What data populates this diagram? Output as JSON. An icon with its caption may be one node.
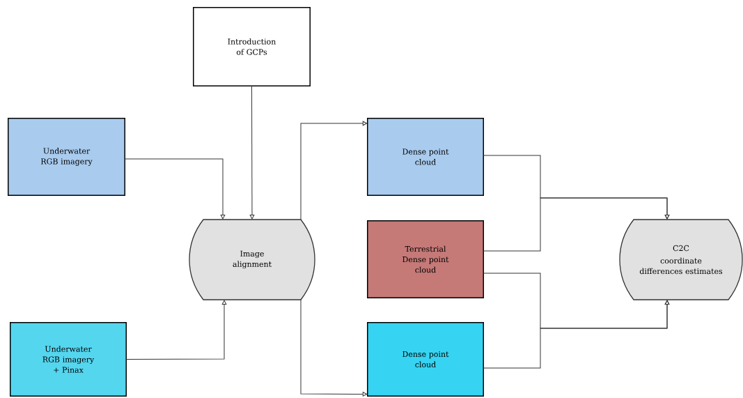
{
  "diagram": {
    "nodes": [
      {
        "text": [
          "Introduction of GCPs"
        ]
      },
      {
        "text": [
          "Underwater RGB imagery"
        ]
      },
      {
        "text": [
          "Underwater RGB imagery + Pinax"
        ]
      },
      {
        "text": [
          "Image alignment"
        ]
      },
      {
        "text": [
          "Dense point cloud"
        ]
      },
      {
        "text": [
          "Terrestrial Dense point cloud"
        ]
      },
      {
        "text": [
          "Dense point cloud"
        ]
      },
      {
        "text": [
          "C2C",
          "coordinate differences estimates"
        ]
      }
    ],
    "edges": [
      {
        "from": 0,
        "to": 3,
        "arrow": "to"
      },
      {
        "from": 1,
        "to": 3,
        "arrow": "to"
      },
      {
        "from": 2,
        "to": 3,
        "arrow": "to"
      },
      {
        "from": 3,
        "to": 4,
        "arrow": "to"
      },
      {
        "from": 3,
        "to": 6,
        "arrow": "to"
      },
      {
        "from": 4,
        "to": 7,
        "arrow": "to"
      },
      {
        "from": 5,
        "to": 7,
        "arrow": "to"
      },
      {
        "from": 5,
        "to": 7,
        "arrow": "to"
      },
      {
        "from": 6,
        "to": 7,
        "arrow": "to"
      }
    ]
  }
}
